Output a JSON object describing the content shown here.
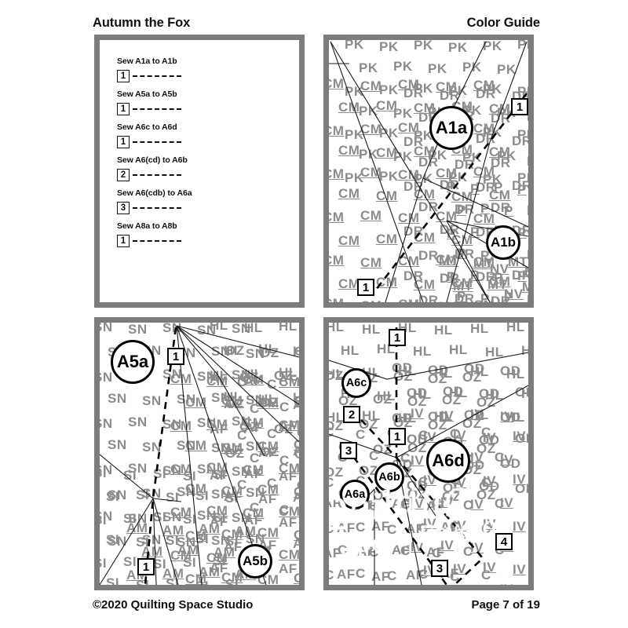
{
  "header": {
    "title": "Autumn the Fox",
    "right_label": "Color Guide"
  },
  "footer": {
    "copyright": "©2020 Quilting Space Studio",
    "page": "Page 7 of 19"
  },
  "instructions": {
    "items": [
      {
        "label": "Sew A1a to A1b",
        "number": "1"
      },
      {
        "label": "Sew A5a to A5b",
        "number": "1"
      },
      {
        "label": "Sew A6c to A6d",
        "number": "1"
      },
      {
        "label": "Sew A6(cd) to A6b",
        "number": "2"
      },
      {
        "label": "Sew A6(cdb) to A6a",
        "number": "3"
      },
      {
        "label": "Sew A8a to A8b",
        "number": "1"
      }
    ]
  },
  "panels": {
    "a1": {
      "name": "A1",
      "circles": [
        {
          "text": "A1a",
          "size": "lg"
        },
        {
          "text": "A1b",
          "size": "md"
        }
      ],
      "numbers": [
        "1",
        "1"
      ],
      "fabric_codes": [
        "PK",
        "DR",
        "CM",
        "P",
        "DMT",
        "MT",
        "NV"
      ]
    },
    "a5": {
      "name": "A5",
      "circles": [
        {
          "text": "A5a",
          "size": "lg"
        },
        {
          "text": "A5b",
          "size": "md"
        }
      ],
      "numbers": [
        "1",
        "1"
      ],
      "fabric_codes": [
        "SN",
        "HL",
        "OZ",
        "C",
        "AF",
        "CM",
        "SI",
        "AM",
        "AU"
      ]
    },
    "a6": {
      "name": "A6",
      "circles": [
        {
          "text": "A6c",
          "size": "sm"
        },
        {
          "text": "A6d",
          "size": "lg"
        },
        {
          "text": "A6b",
          "size": "sm"
        },
        {
          "text": "A6a",
          "size": "sm"
        }
      ],
      "numbers": [
        "1",
        "2",
        "1",
        "3",
        "3",
        "4"
      ],
      "fabric_codes": [
        "HL",
        "OD",
        "OZ",
        "IV",
        "C",
        "AF",
        "T"
      ]
    }
  },
  "watermark": {
    "line1": "Quilting",
    "line2": "Space Studio"
  },
  "colors": {
    "frame": "#7c7c7c",
    "code_text": "#8c8c8c",
    "ink": "#111111",
    "paper": "#ffffff"
  }
}
